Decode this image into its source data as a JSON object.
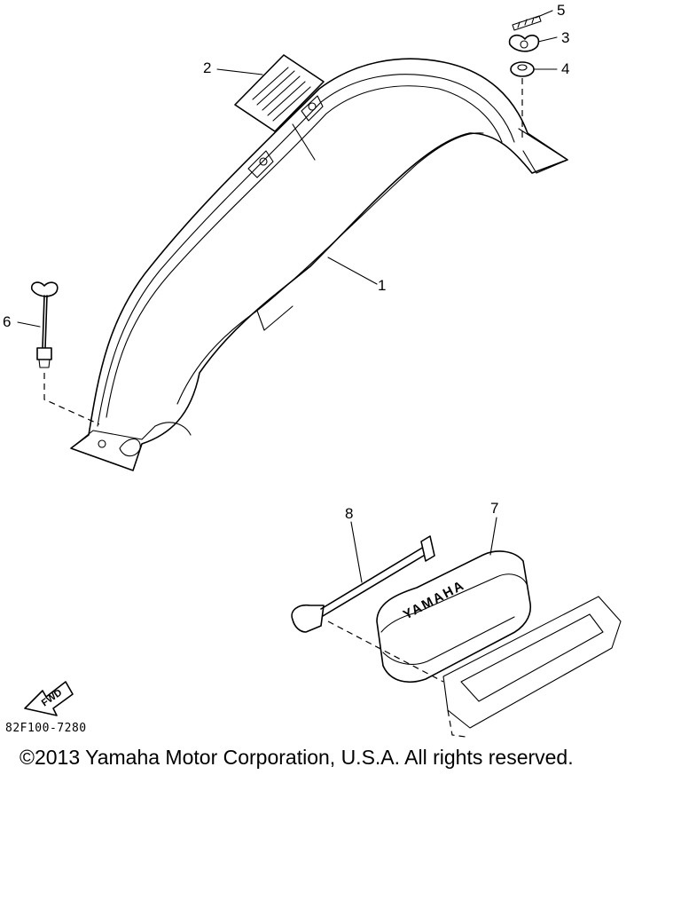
{
  "diagram": {
    "callouts": [
      {
        "id": "c1",
        "label": "1"
      },
      {
        "id": "c2",
        "label": "2"
      },
      {
        "id": "c3",
        "label": "3"
      },
      {
        "id": "c4",
        "label": "4"
      },
      {
        "id": "c5",
        "label": "5"
      },
      {
        "id": "c6",
        "label": "6"
      },
      {
        "id": "c7",
        "label": "7"
      },
      {
        "id": "c8",
        "label": "8"
      }
    ],
    "fwd_label": "FWD",
    "part_code": "82F100-7280",
    "box_lettering": "YAMAHA"
  },
  "footer": {
    "copyright": "©2013 Yamaha Motor Corporation, U.S.A. All rights reserved."
  }
}
